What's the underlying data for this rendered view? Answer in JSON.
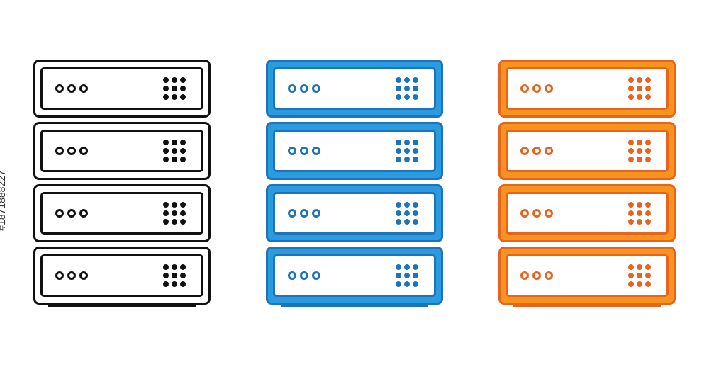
{
  "stacks": [
    {
      "variant": "outline",
      "icon": "server-rack-icon",
      "color": "#111111",
      "units": 4
    },
    {
      "variant": "blue",
      "icon": "server-rack-icon",
      "color": "#2a9be0",
      "units": 4
    },
    {
      "variant": "orange",
      "icon": "server-rack-icon",
      "color": "#f7941d",
      "units": 4
    }
  ],
  "stock_id": "#1871888227"
}
